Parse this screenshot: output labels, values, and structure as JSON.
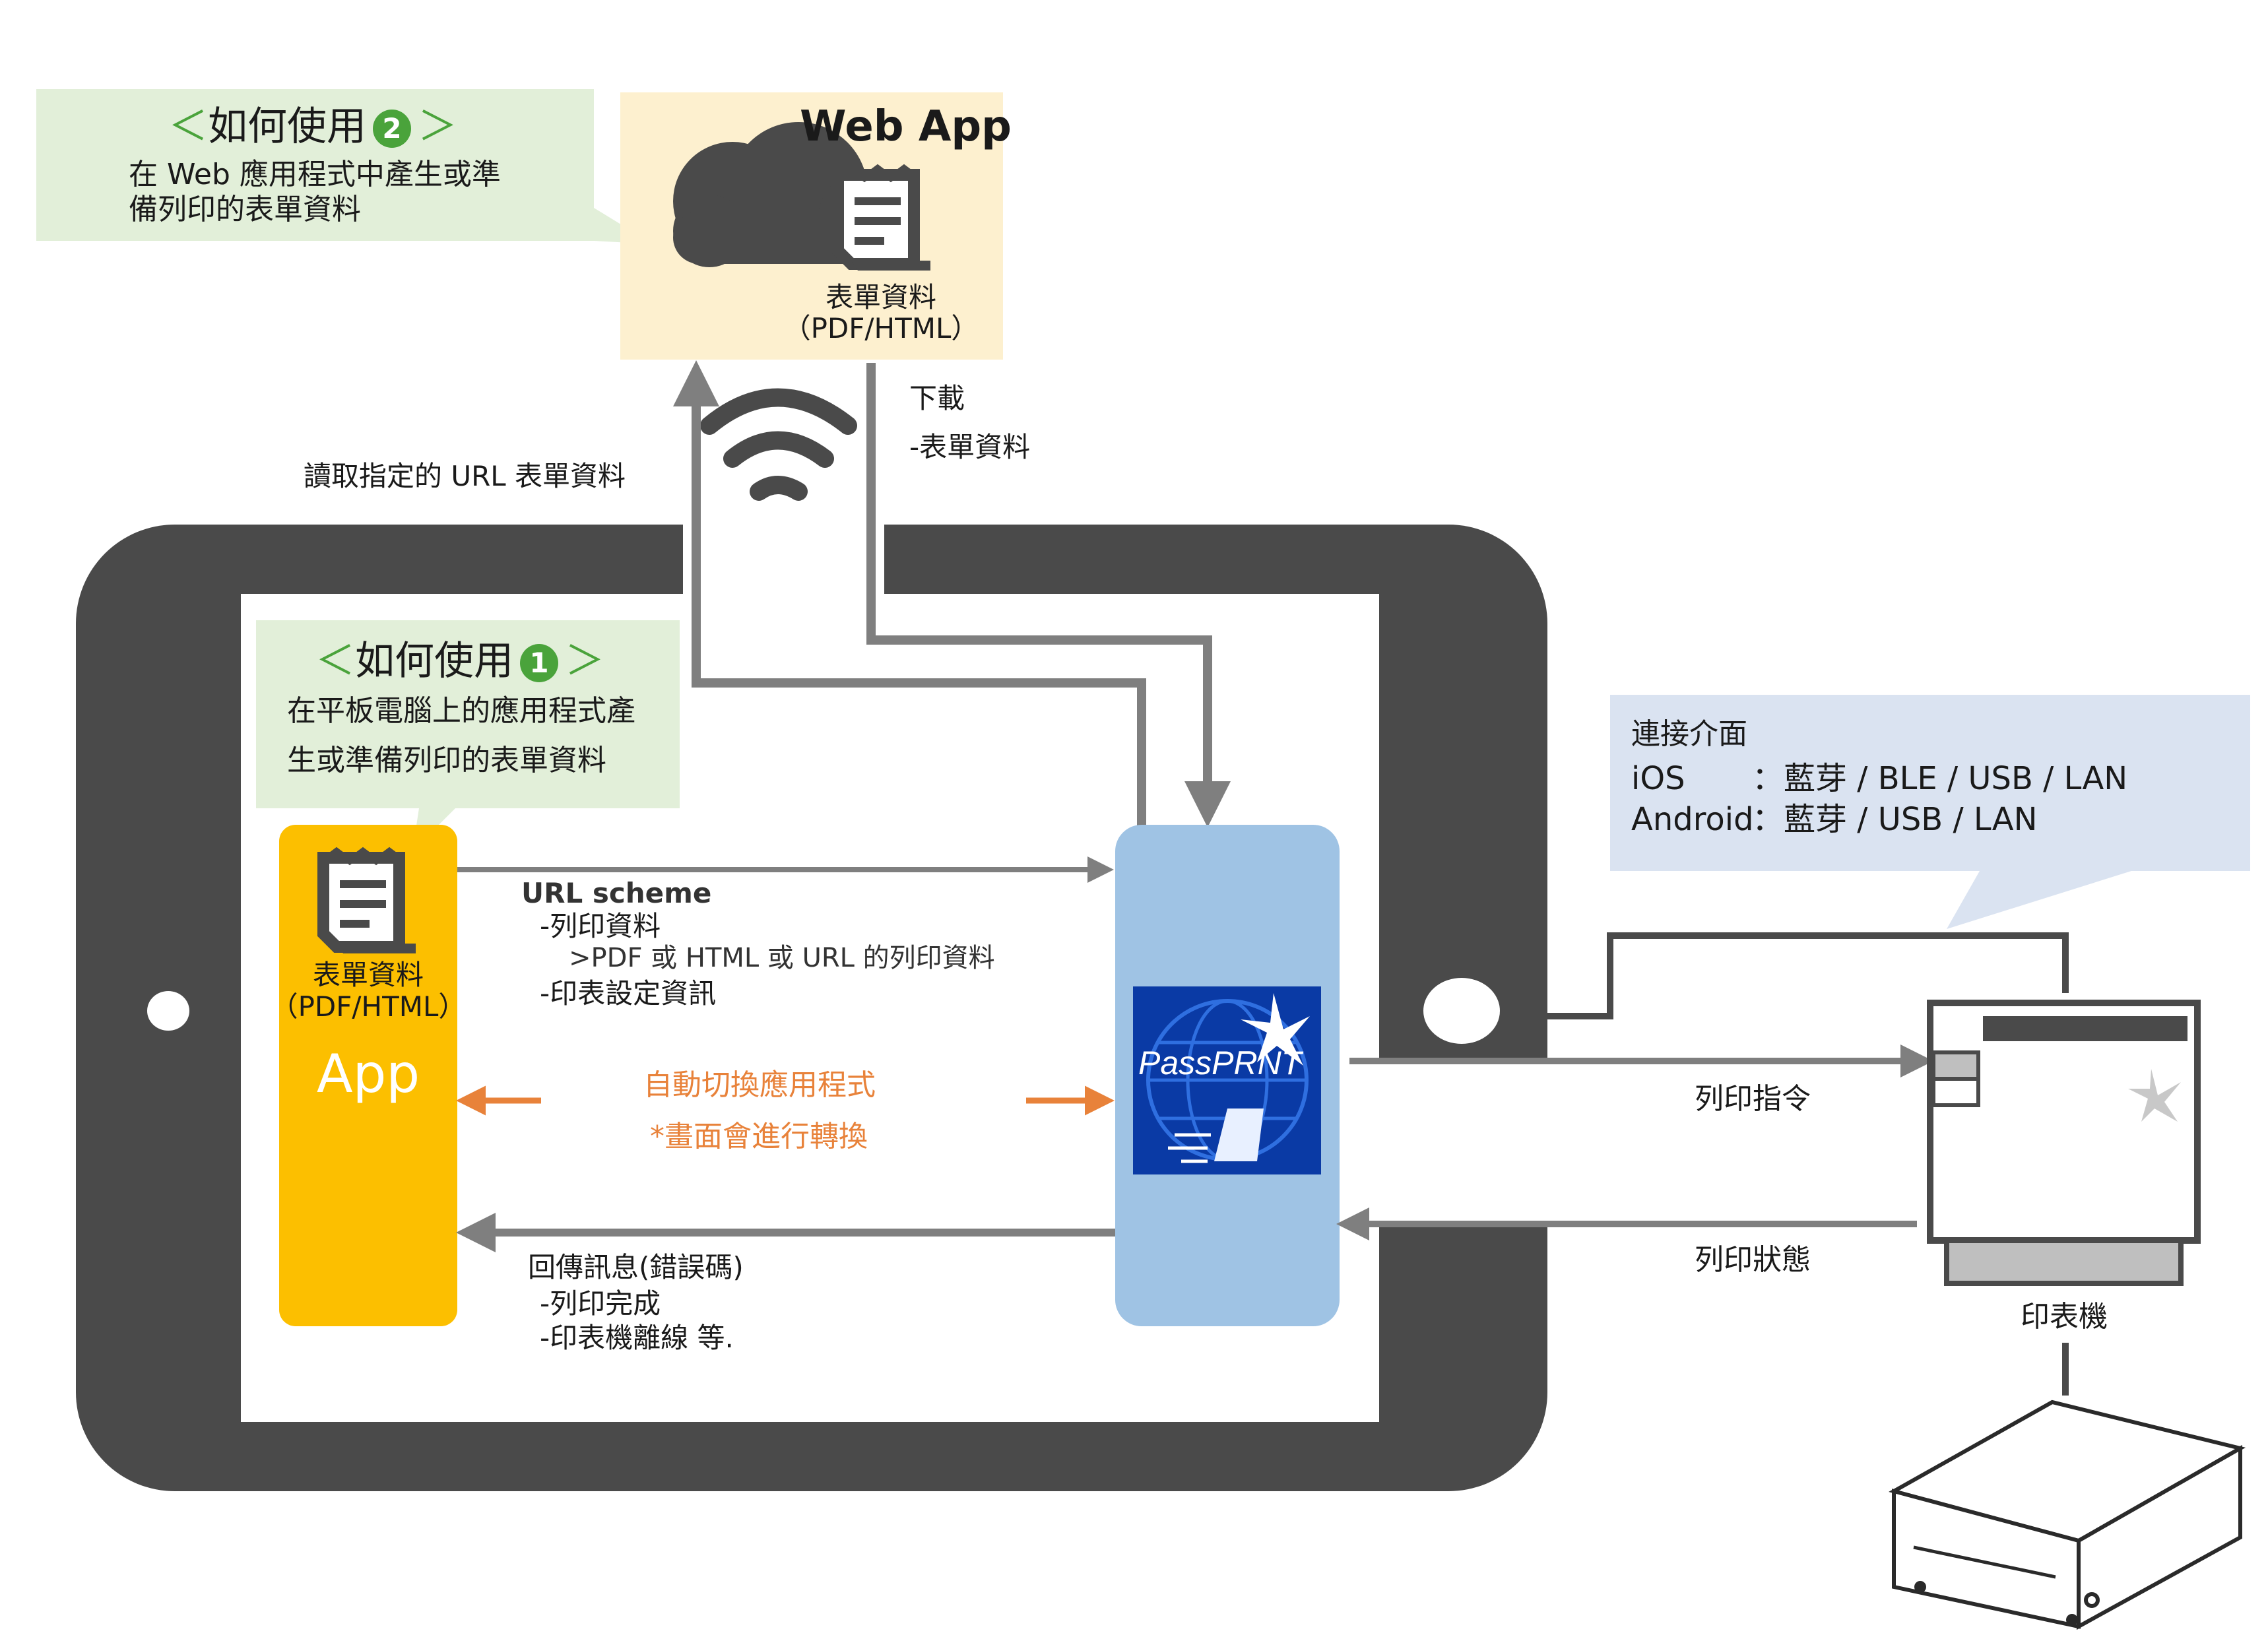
{
  "how_to_use_2": {
    "title": "如何使用",
    "badge": "2",
    "bracket_open": "＜",
    "bracket_close": "＞",
    "line1": "在 Web 應用程式中產生或準",
    "line2": "備列印的表單資料"
  },
  "web_app": {
    "title": "Web App",
    "form_label": "表單資料",
    "form_format": "（PDF/HTML）"
  },
  "flows": {
    "read_url": "讀取指定的 URL 表單資料",
    "download_title": "下載",
    "download_item": "-表單資料"
  },
  "how_to_use_1": {
    "title": "如何使用",
    "badge": "1",
    "bracket_open": "＜",
    "bracket_close": "＞",
    "line1": "在平板電腦上的應用程式產",
    "line2": "生或準備列印的表單資料"
  },
  "app": {
    "form_label": "表單資料",
    "form_format": "（PDF/HTML）",
    "name": "App"
  },
  "url_scheme": {
    "title": "URL scheme",
    "item1": "-列印資料",
    "item1_sub": ">PDF 或 HTML 或 URL 的列印資料",
    "item2": "-印表設定資訊"
  },
  "auto_switch": {
    "line1": "自動切換應用程式",
    "line2": "*畫面會進行轉換"
  },
  "callback": {
    "title": "回傳訊息(錯誤碼)",
    "item1": "-列印完成",
    "item2": "-印表機離線 等."
  },
  "passprnt": {
    "logo_text": "PassPRNT"
  },
  "interface": {
    "title": "連接介面",
    "ios_label": "iOS",
    "ios_value": "：藍芽 / BLE / USB / LAN",
    "android_label": "Android",
    "android_value": "：藍芽 / USB / LAN"
  },
  "printer": {
    "print_command": "列印指令",
    "print_status": "列印狀態",
    "label": "印表機"
  },
  "colors": {
    "tablet": "#4a4a4a",
    "green_box": "#e2efd9",
    "webapp_box": "#fdf0cf",
    "app_yellow": "#fcbf00",
    "passprnt_blue": "#9fc3e4",
    "interface_box": "#dae3f1",
    "arrow_gray": "#7f7f7f",
    "orange": "#e8823a",
    "green": "#4aa33b"
  },
  "icons": [
    "cloud-icon",
    "document-icon",
    "wifi-icon",
    "passprnt-logo-icon",
    "printer-icon",
    "cash-drawer-icon"
  ]
}
